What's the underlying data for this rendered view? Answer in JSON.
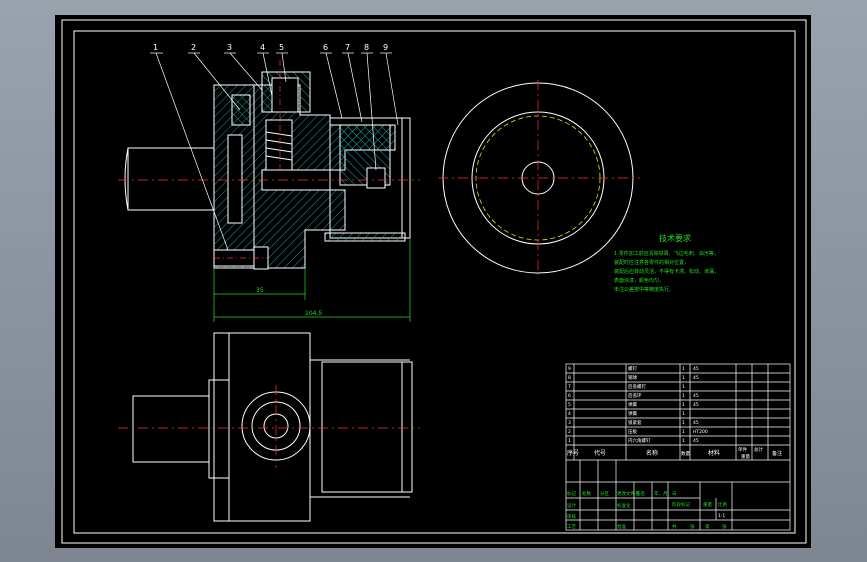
{
  "drawing": {
    "part_numbers": [
      "1",
      "2",
      "3",
      "4",
      "5",
      "6",
      "7",
      "8",
      "9"
    ],
    "dimensions": {
      "inner_length": "35",
      "overall_length": "104.5"
    },
    "technical_requirements": {
      "title": "技术要求",
      "lines": [
        "1.零件加工前应清除铁屑、飞边毛刺、油污等，",
        "装配时应注意各零件的相对位置，",
        "装配后应转动灵活，不得有卡滞、松动、渗漏，",
        "表面涂漆，颜色均匀，",
        "未注公差按中等精度执行。"
      ]
    }
  },
  "title_block": {
    "parts_rows": [
      {
        "no": "9",
        "name": "螺钉",
        "qty": "1",
        "material": "45"
      },
      {
        "no": "8",
        "name": "钢球",
        "qty": "1",
        "material": "45"
      },
      {
        "no": "7",
        "name": "后盖螺钉",
        "qty": "1",
        "material": ""
      },
      {
        "no": "6",
        "name": "后盖环",
        "qty": "1",
        "material": "45"
      },
      {
        "no": "5",
        "name": "弹簧",
        "qty": "1",
        "material": "45"
      },
      {
        "no": "4",
        "name": "弹簧",
        "qty": "1",
        "material": ""
      },
      {
        "no": "3",
        "name": "锁紧套",
        "qty": "1",
        "material": "45"
      },
      {
        "no": "2",
        "name": "压板",
        "qty": "1",
        "material": "HT200"
      },
      {
        "no": "1",
        "name": "内六角螺钉",
        "qty": "1",
        "material": "45"
      }
    ],
    "header": {
      "no": "序号",
      "code": "代号",
      "name": "名称",
      "qty": "数量",
      "material": "材料",
      "unit_weight": "单件",
      "total_weight": "总计",
      "weight": "重量",
      "remarks": "备注"
    },
    "labels": {
      "mark": "标记",
      "count": "处数",
      "division": "分区",
      "change_doc": "更改文件号",
      "signature": "签名",
      "date": "年、月、日",
      "designer": "设计",
      "standardize": "标准化",
      "reviewer": "审核",
      "process": "工艺",
      "approve": "批准",
      "stage_mark": "阶段标记",
      "weight": "重量",
      "scale": "比例",
      "scale_value": "1:1",
      "sheets": "共",
      "sheet": "张",
      "sheet_no": "第"
    }
  }
}
